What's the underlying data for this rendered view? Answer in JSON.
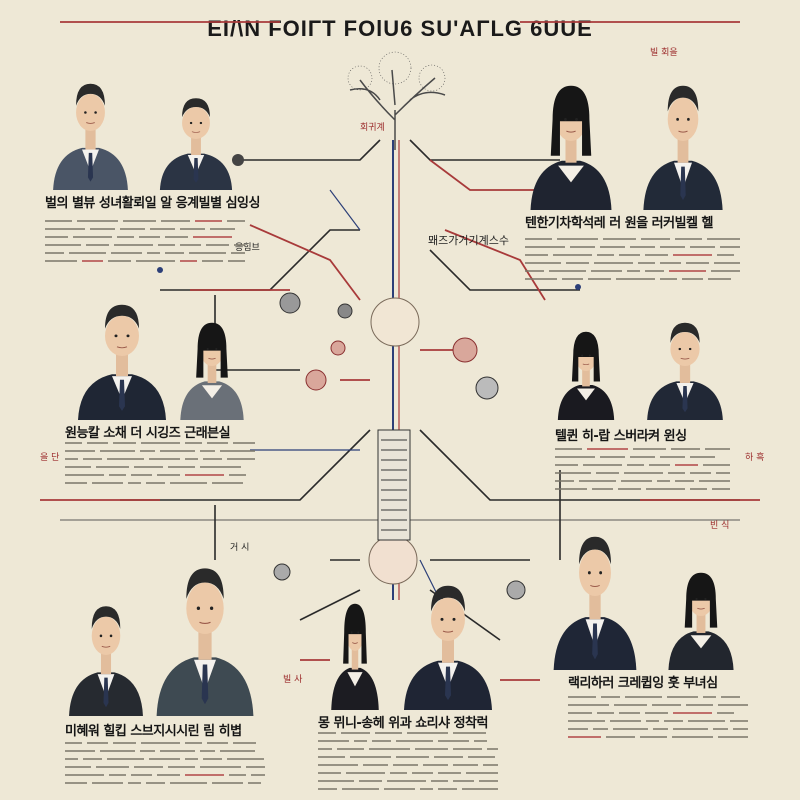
{
  "title": "ΕΙ/\\Ν FOIΓT FOlU6 SU'AΓLG 6UUE",
  "tree_label": "회귀계",
  "center_label": "뫠즈가거기계스수",
  "groups": [
    {
      "heading": "벌의 별뷰 성녀활뢰일 알 응계빌별 심잉싱",
      "tag": "응힘브"
    },
    {
      "heading": "텐한기차학석레 러 원을 러커빌켈 헬",
      "tag": "빌 회을"
    },
    {
      "heading": "원능칼 소채 더 시깅즈 근래븐실",
      "tag": "을 단"
    },
    {
      "heading": "텔퀸 히-랍 스버라켜 윈싱",
      "tag": "하 흑"
    },
    {
      "heading": "미혜워 힐킵 스브지시시린 림 히볍",
      "tag": "거 시"
    },
    {
      "heading": "몽 뮈니-송헤 위과 쇼리샤 정착럭",
      "tag": "빌 사"
    },
    {
      "heading": "랙리하러 크레큅잉 훗 부녀심",
      "tag": "빈 식"
    }
  ],
  "colors": {
    "background": "#eee8d6",
    "blue_line": "#2c3f78",
    "red_line": "#a83a3a",
    "dark_line": "#2a2a2a",
    "suit": "#27303f"
  }
}
